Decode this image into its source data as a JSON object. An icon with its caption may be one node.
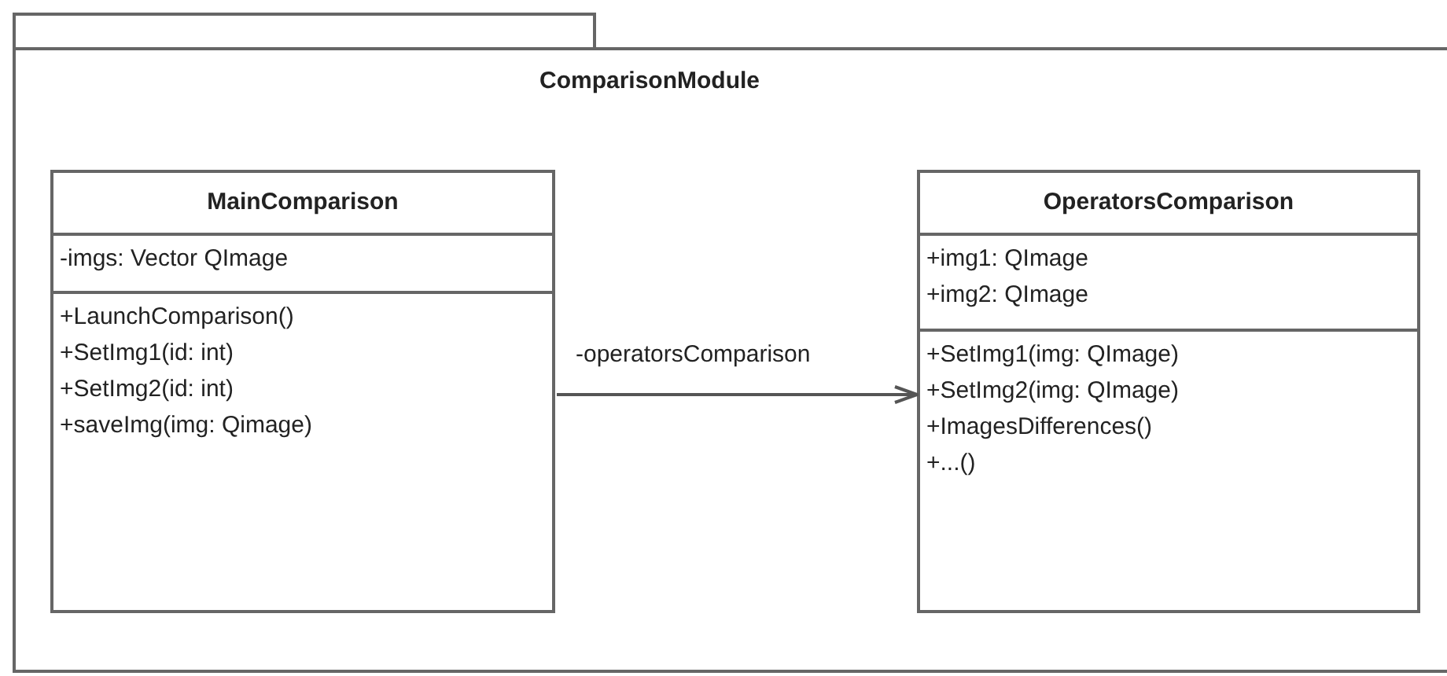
{
  "diagram": {
    "nodes": [
      {
        "text": [
          "ComparisonModule"
        ]
      },
      {
        "text": [
          "MainComparison",
          "-imgs: Vector QImage",
          "+LaunchComparison()",
          "+SetImg1(id: int)",
          "+SetImg2(id: int)",
          "+saveImg(img: Qimage)"
        ],
        "in": 0
      },
      {
        "text": [
          "OperatorsComparison",
          "+img1: QImage",
          "+img2: QImage",
          "+SetImg1(img: QImage)",
          "+SetImg2(img: QImage)",
          "+ImagesDifferences()",
          "+...()"
        ],
        "in": 0
      }
    ],
    "edges": [
      {
        "from": 1,
        "to": 2,
        "arrow": "to",
        "label": "-operatorsComparison"
      }
    ]
  }
}
